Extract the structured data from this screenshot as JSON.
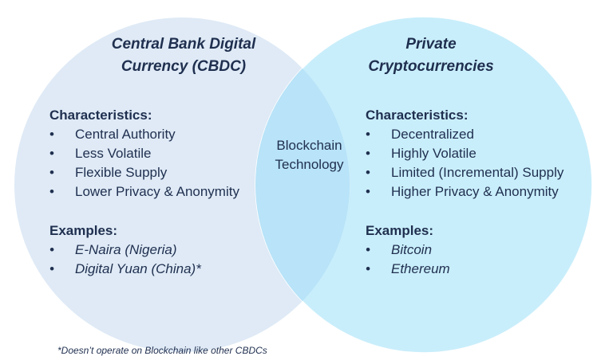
{
  "left": {
    "title_line1": "Central Bank Digital",
    "title_line2": "Currency (CBDC)",
    "characteristics_heading": "Characteristics:",
    "characteristics": [
      "Central Authority",
      "Less Volatile",
      "Flexible Supply",
      "Lower Privacy & Anonymity"
    ],
    "examples_heading": "Examples:",
    "examples": [
      "E-Naira (Nigeria)",
      "Digital Yuan (China)*"
    ]
  },
  "right": {
    "title_line1": "Private",
    "title_line2": "Cryptocurrencies",
    "characteristics_heading": "Characteristics:",
    "characteristics": [
      "Decentralized",
      "Highly Volatile",
      "Limited (Incremental) Supply",
      "Higher Privacy & Anonymity"
    ],
    "examples_heading": "Examples:",
    "examples": [
      "Bitcoin",
      "Ethereum"
    ]
  },
  "overlap": {
    "line1": "Blockchain",
    "line2": "Technology"
  },
  "footnote": "*Doesn’t operate on Blockchain like other CBDCs",
  "colors": {
    "left": "#dfeaf6",
    "right": "#c9eefb",
    "overlap": "#b8e3f8",
    "text": "#1f2f4f"
  }
}
